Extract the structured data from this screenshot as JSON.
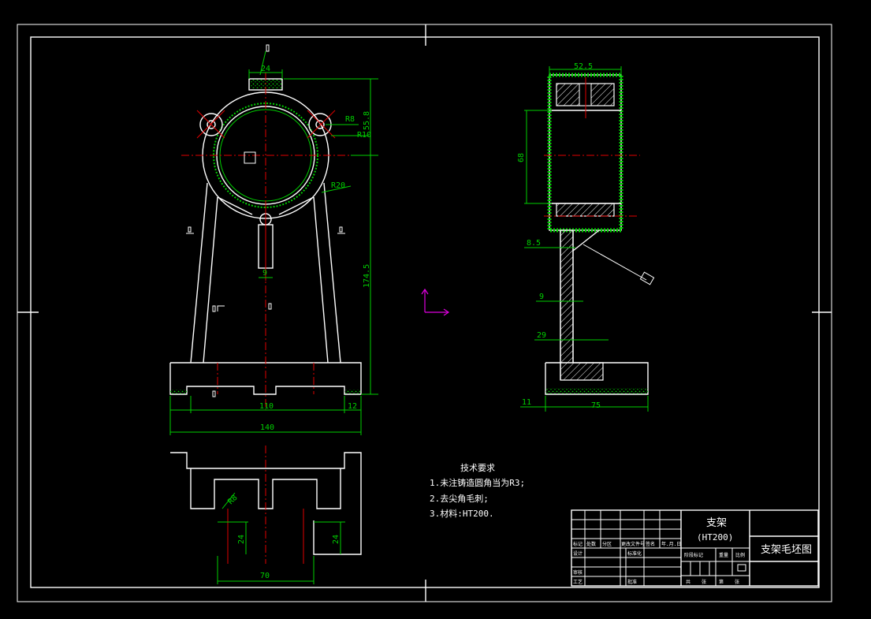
{
  "drawing_title": "支架毛坯图",
  "part_name": "支架",
  "material_code": "(HT200)",
  "tech_requirements": {
    "heading": "技术要求",
    "items": [
      "1.未注铸造圆角当为R3;",
      "2.去尖角毛刺;",
      "3.材料:HT200."
    ]
  },
  "front_view_dims": {
    "top_width": "24",
    "radius_r8": "R8",
    "radius_r10": "R10",
    "radius_r20": "R20",
    "height_upper": "55.8",
    "height_total": "174.5",
    "rib_width": "9",
    "base_inner": "110",
    "base_total": "140",
    "base_height": "12"
  },
  "side_view_dims": {
    "top_width": "52.5",
    "bore_height": "68",
    "web_offset": "8.5",
    "rib_thk": "9",
    "rib_pos": "29",
    "base_thk": "11",
    "base_len": "75"
  },
  "top_view_dims": {
    "radius": "R8",
    "slot_depth_left": "24",
    "slot_depth_right": "24",
    "slot_span": "70"
  },
  "title_block": {
    "row_labels": [
      "标记",
      "处数",
      "分区",
      "更改文件号",
      "签名",
      "年.月.日"
    ],
    "left_col": [
      "设计",
      "审核",
      "工艺"
    ],
    "mid_col": [
      "标准化",
      "批准"
    ],
    "stage_labels": [
      "阶段标记",
      "重量",
      "比例"
    ],
    "bottom_labels": [
      "共",
      "张",
      "第",
      "张"
    ]
  },
  "colors": {
    "background": "#000000",
    "outline": "#ffffff",
    "dimension": "#00d000",
    "centerline": "#e00000",
    "ucs": "#e000e0"
  }
}
